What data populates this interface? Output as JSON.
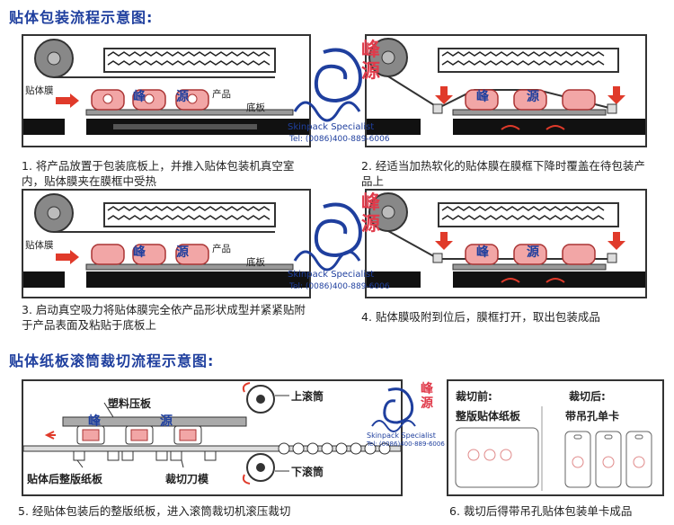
{
  "headings": {
    "process": "贴体包装流程示意图:",
    "cutting": "贴体纸板滚筒裁切流程示意图:"
  },
  "steps": [
    {
      "text": "1.  将产品放置于包装底板上，并推入贴体包装机真空室内，贴体膜夹在膜框中受热"
    },
    {
      "text": "2.  经适当加热软化的贴体膜在膜框下降时覆盖在待包装产品上"
    },
    {
      "text": "3.  启动真空吸力将贴体膜完全依产品形状成型并紧紧贴附于产品表面及粘贴于底板上"
    },
    {
      "text": "4.  贴体膜吸附到位后，膜框打开，取出包装成品"
    },
    {
      "text": "5.  经贴体包装后的整版纸板，进入滚筒裁切机滚压裁切"
    },
    {
      "text": "6.  裁切后得带吊孔贴体包装单卡成品"
    }
  ],
  "panel_labels": {
    "film": "贴体膜",
    "product": "产品",
    "board": "底板",
    "plastic_plate": "塑料压板",
    "upper_roller": "上滚筒",
    "lower_roller": "下滚筒",
    "full_board": "贴体后整版纸板",
    "cutter": "裁切刀模",
    "before_cut": "裁切前:",
    "before_cut_item": "整版贴体纸板",
    "after_cut": "裁切后:",
    "after_cut_item": "带吊孔单卡"
  },
  "watermark": {
    "chars": [
      "峰",
      "源"
    ],
    "brand": "Skinpack Specialist",
    "tel": "Tel: (0086)400-889-6006"
  },
  "colors": {
    "heading": "#1f3f9e",
    "product": "#f2a6a6",
    "arrow": "#e03a2a",
    "watermark_red": "#e03a4a",
    "watermark_blue": "#1f3f9e"
  }
}
